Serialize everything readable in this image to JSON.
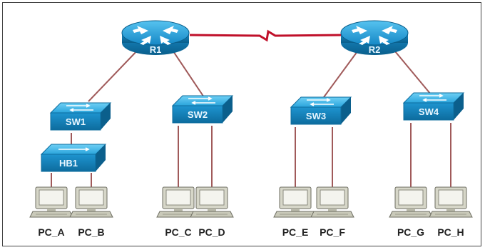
{
  "routers": [
    {
      "id": "R1",
      "label": "R1"
    },
    {
      "id": "R2",
      "label": "R2"
    }
  ],
  "switches": [
    {
      "id": "SW1",
      "label": "SW1"
    },
    {
      "id": "SW2",
      "label": "SW2"
    },
    {
      "id": "SW3",
      "label": "SW3"
    },
    {
      "id": "SW4",
      "label": "SW4"
    }
  ],
  "hubs": [
    {
      "id": "HB1",
      "label": "HB1"
    }
  ],
  "pcs": [
    {
      "id": "PC_A",
      "label": "PC_A"
    },
    {
      "id": "PC_B",
      "label": "PC_B"
    },
    {
      "id": "PC_C",
      "label": "PC_C"
    },
    {
      "id": "PC_D",
      "label": "PC_D"
    },
    {
      "id": "PC_E",
      "label": "PC_E"
    },
    {
      "id": "PC_F",
      "label": "PC_F"
    },
    {
      "id": "PC_G",
      "label": "PC_G"
    },
    {
      "id": "PC_H",
      "label": "PC_H"
    }
  ],
  "links": [
    {
      "from": "R1",
      "to": "R2",
      "type": "serial"
    },
    {
      "from": "R1",
      "to": "SW1",
      "type": "ethernet"
    },
    {
      "from": "R1",
      "to": "SW2",
      "type": "ethernet"
    },
    {
      "from": "R2",
      "to": "SW3",
      "type": "ethernet"
    },
    {
      "from": "R2",
      "to": "SW4",
      "type": "ethernet"
    },
    {
      "from": "SW1",
      "to": "HB1",
      "type": "ethernet"
    },
    {
      "from": "HB1",
      "to": "PC_A",
      "type": "ethernet"
    },
    {
      "from": "HB1",
      "to": "PC_B",
      "type": "ethernet"
    },
    {
      "from": "SW2",
      "to": "PC_C",
      "type": "ethernet"
    },
    {
      "from": "SW2",
      "to": "PC_D",
      "type": "ethernet"
    },
    {
      "from": "SW3",
      "to": "PC_E",
      "type": "ethernet"
    },
    {
      "from": "SW3",
      "to": "PC_F",
      "type": "ethernet"
    },
    {
      "from": "SW4",
      "to": "PC_G",
      "type": "ethernet"
    },
    {
      "from": "SW4",
      "to": "PC_H",
      "type": "ethernet"
    }
  ],
  "colors": {
    "device_blue": "#1a9ad6",
    "device_dark": "#0b6f9f",
    "ethernet_link": "#a05a5a",
    "serial_link": "#c0102a",
    "pc_body": "#d6d6c8"
  }
}
